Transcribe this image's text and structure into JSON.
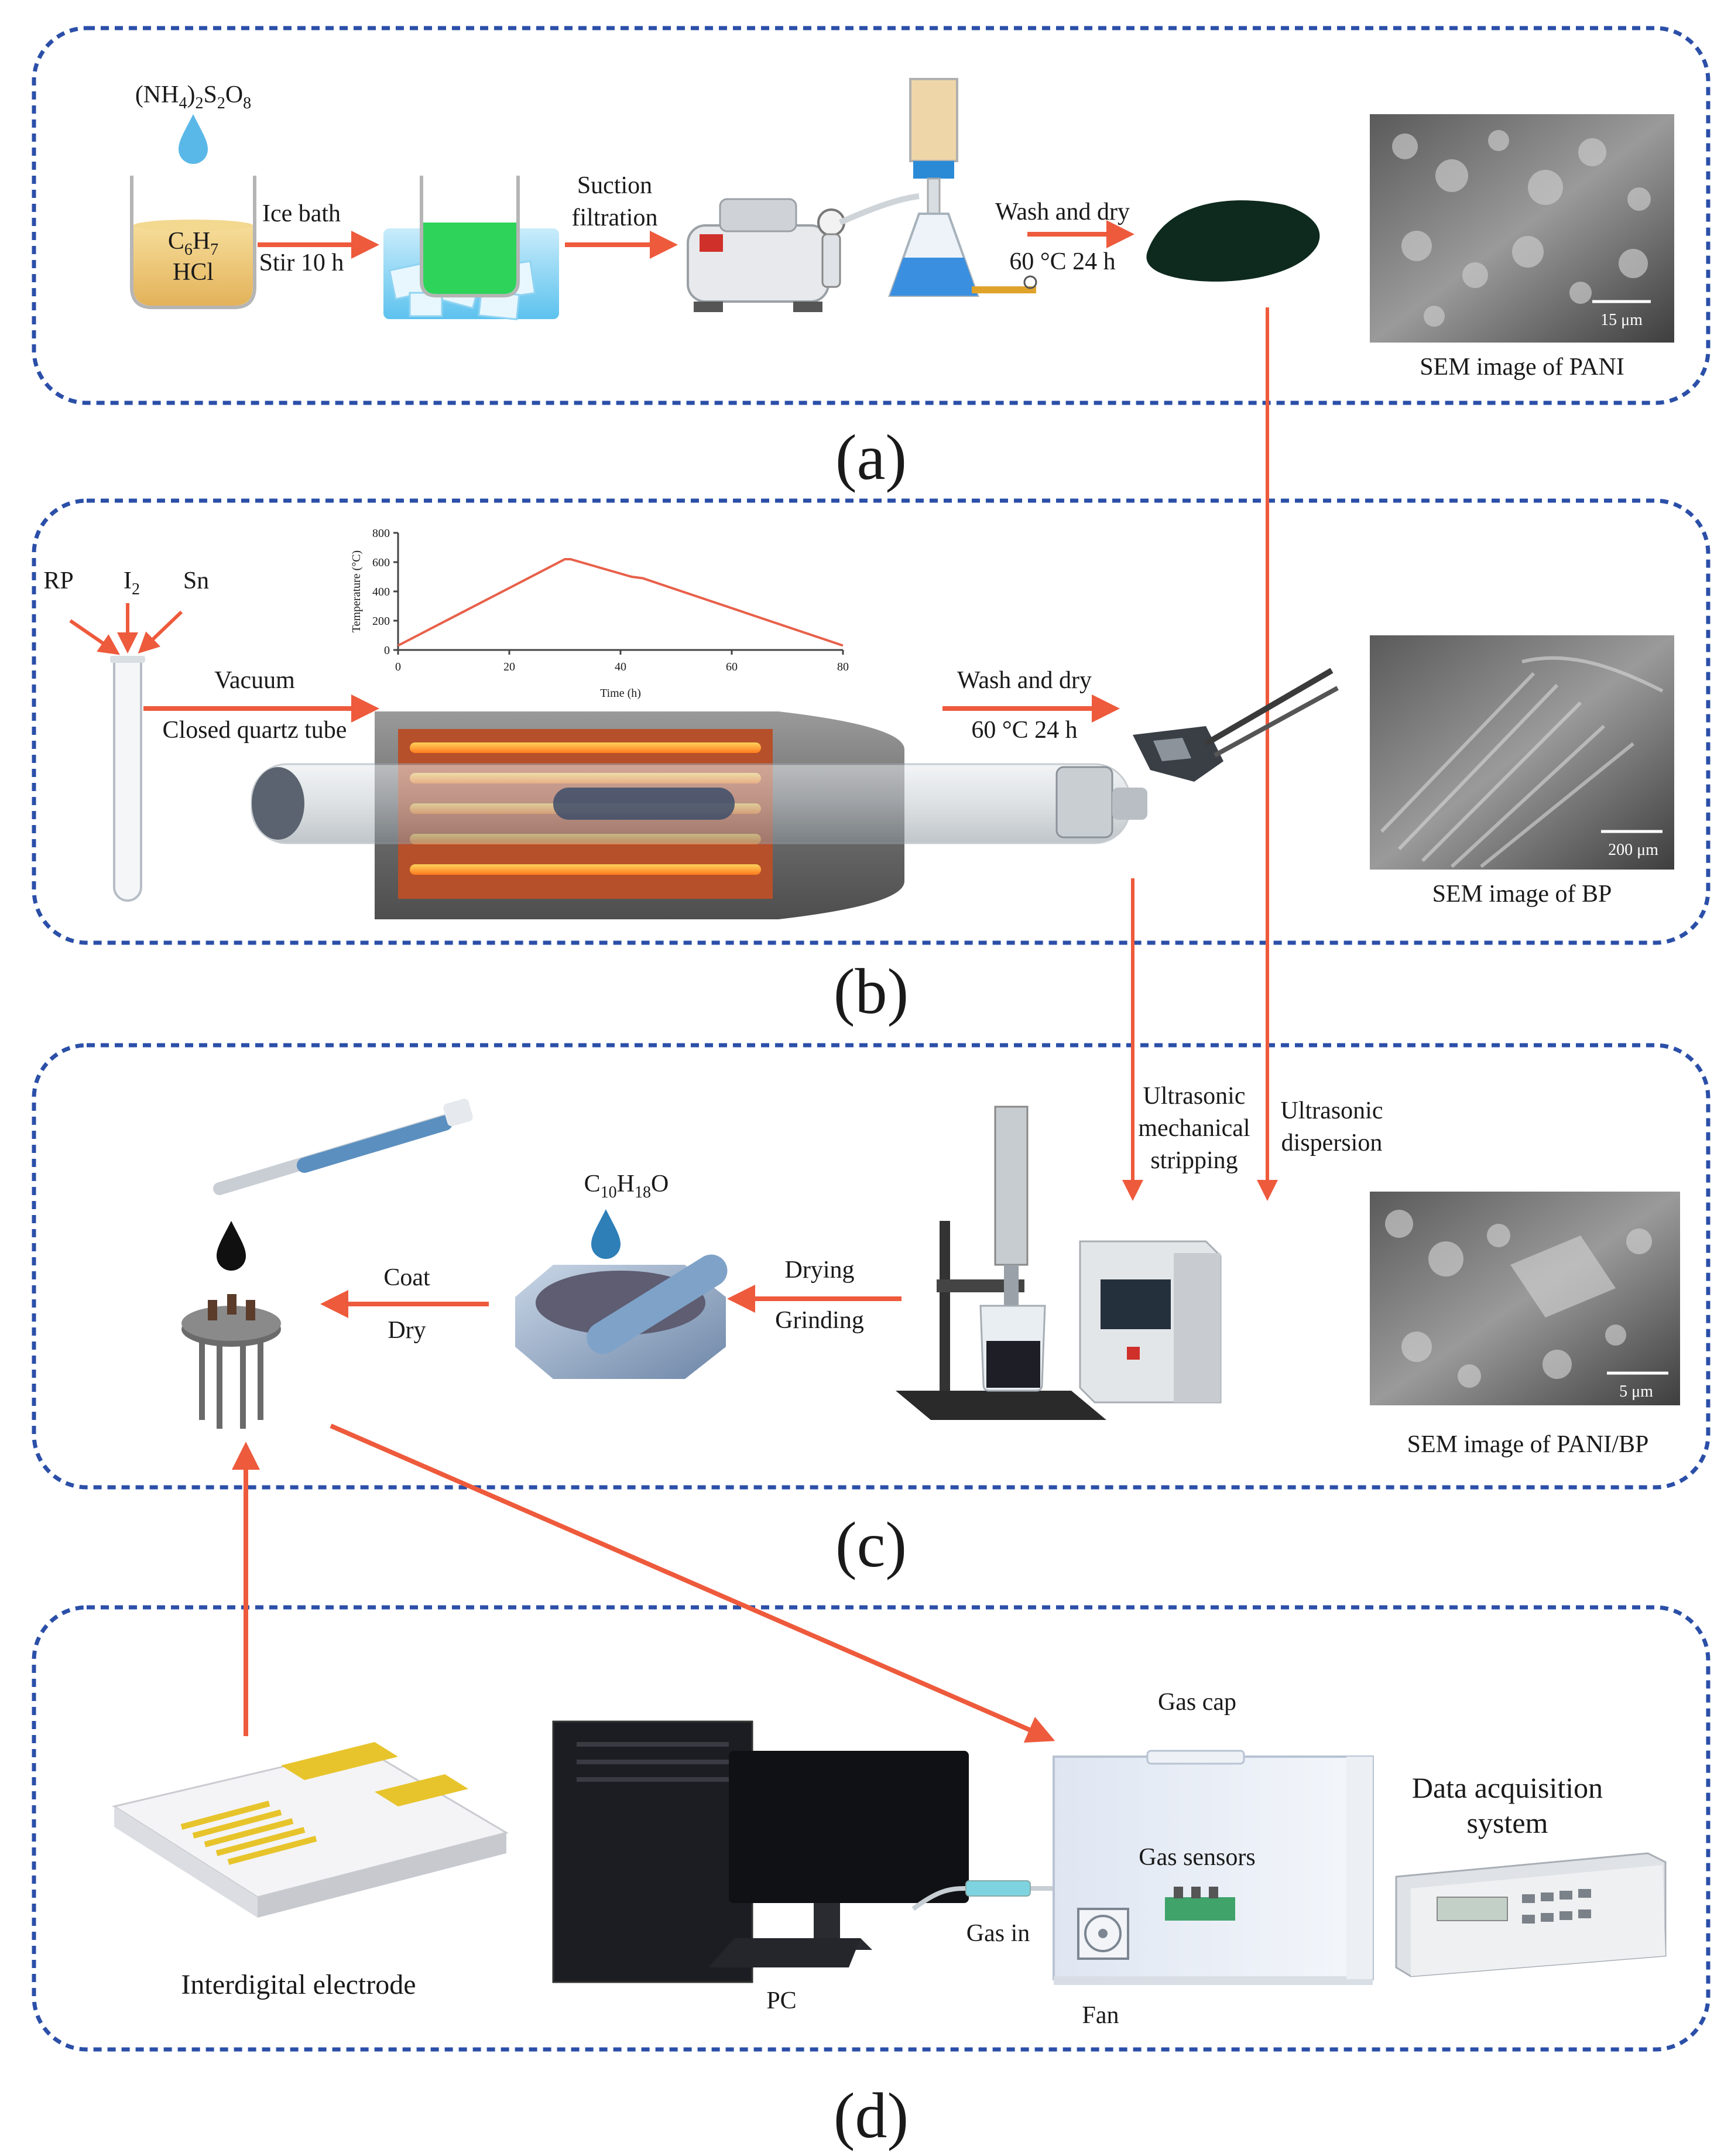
{
  "panels": {
    "a": "(a)",
    "b": "(b)",
    "c": "(c)",
    "d": "(d)"
  },
  "panel_a": {
    "reagent_top": "(NH4)2S2O8",
    "beaker_line1": "C6H7",
    "beaker_line2": "HCl",
    "step1_line1": "Ice bath",
    "step1_line2": "Stir 10 h",
    "step2_line1": "Suction",
    "step2_line2": "filtration",
    "step3_line1": "Wash and dry",
    "step3_line2": "60 °C 24 h",
    "sem_scale": "15 μm",
    "sem_caption": "SEM image of PANI"
  },
  "panel_b": {
    "rp": "RP",
    "i2": "I2",
    "sn": "Sn",
    "step1_line1": "Vacuum",
    "step1_line2": "Closed quartz tube",
    "step2_line1": "Wash and dry",
    "step2_line2": "60 °C 24 h",
    "sem_scale": "200 μm",
    "sem_caption": "SEM image of BP",
    "inset_xlabel": "Time (h)",
    "inset_ylabel": "Temperature (°C)",
    "inset_xticks": [
      "0",
      "20",
      "40",
      "60",
      "80"
    ],
    "inset_yticks": [
      "0",
      "200",
      "400",
      "600",
      "800"
    ]
  },
  "chart_data": {
    "type": "line",
    "xlabel": "Time (h)",
    "ylabel": "Temperature (°C)",
    "xlim": [
      0,
      80
    ],
    "ylim": [
      0,
      800
    ],
    "x": [
      0,
      30,
      31,
      42,
      44,
      80
    ],
    "y": [
      30,
      620,
      620,
      500,
      490,
      30
    ],
    "color": "#e8604a"
  },
  "panel_c": {
    "ultrasonic_left_1": "Ultrasonic",
    "ultrasonic_left_2": "mechanical",
    "ultrasonic_left_3": "stripping",
    "ultrasonic_right_1": "Ultrasonic",
    "ultrasonic_right_2": "dispersion",
    "reagent": "C10H18O",
    "step1_line1": "Drying",
    "step1_line2": "Grinding",
    "step2_line1": "Coat",
    "step2_line2": "Dry",
    "sem_scale": "5 μm",
    "sem_caption": "SEM image of PANI/BP"
  },
  "panel_d": {
    "electrode": "Interdigital electrode",
    "pc": "PC",
    "gas_in": "Gas in",
    "gas_cap": "Gas cap",
    "gas_sensors": "Gas sensors",
    "fan": "Fan",
    "daq_line1": "Data acquisition",
    "daq_line2": "system"
  },
  "colors": {
    "frame": "#2b4fa8",
    "arrow": "#ee5a3c",
    "curve": "#e8604a"
  }
}
